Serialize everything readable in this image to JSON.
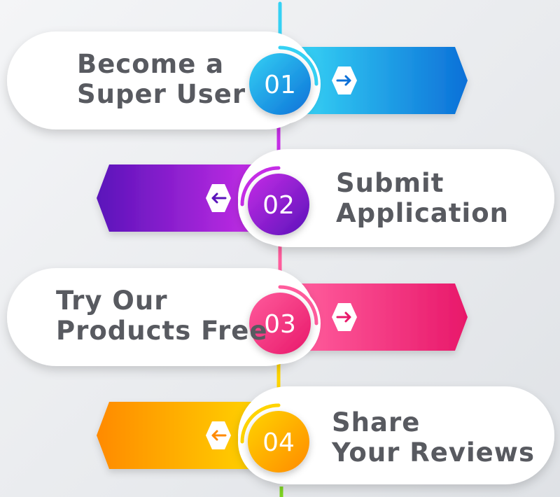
{
  "steps": [
    {
      "number": "01",
      "title_lines": [
        "Become a",
        "Super User"
      ],
      "side": "left",
      "color_light": "#35d1f4",
      "color_dark": "#0c70d8"
    },
    {
      "number": "02",
      "title_lines": [
        "Submit",
        "Application"
      ],
      "side": "right",
      "color_light": "#c52de6",
      "color_dark": "#5a13ba"
    },
    {
      "number": "03",
      "title_lines": [
        "Try Our",
        "Products Free"
      ],
      "side": "left",
      "color_light": "#ff5c9c",
      "color_dark": "#e8186a"
    },
    {
      "number": "04",
      "title_lines": [
        "Share",
        "Your Reviews"
      ],
      "side": "right",
      "color_light": "#ffd400",
      "color_dark": "#ff8a00"
    }
  ],
  "connector_end_color": "#7dd321",
  "text_color": "#585a60"
}
